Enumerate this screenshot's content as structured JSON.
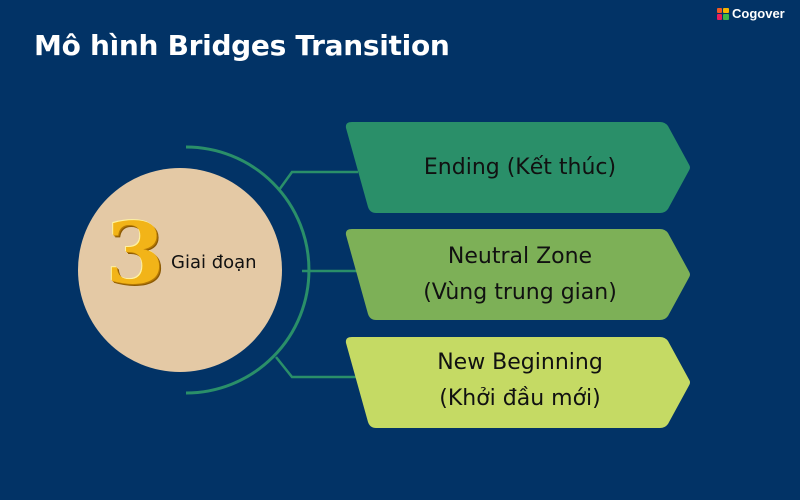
{
  "header": {
    "title": "Mô hình Bridges Transition",
    "brand_name": "Cogover",
    "brand_icon": "cogover-logo-icon"
  },
  "center": {
    "number": "3",
    "label": "Giai đoạn",
    "fill_color": "#E4C9A5"
  },
  "colors": {
    "background": "#023366",
    "connector": "#2A8F69"
  },
  "stages": [
    {
      "line1": "Ending (Kết thúc)",
      "line2": "",
      "color": "#2A8F69"
    },
    {
      "line1": "Neutral Zone",
      "line2": "(Vùng trung gian)",
      "color": "#7DB057"
    },
    {
      "line1": "New Beginning",
      "line2": "(Khởi đầu mới)",
      "color": "#C5DA64"
    }
  ]
}
